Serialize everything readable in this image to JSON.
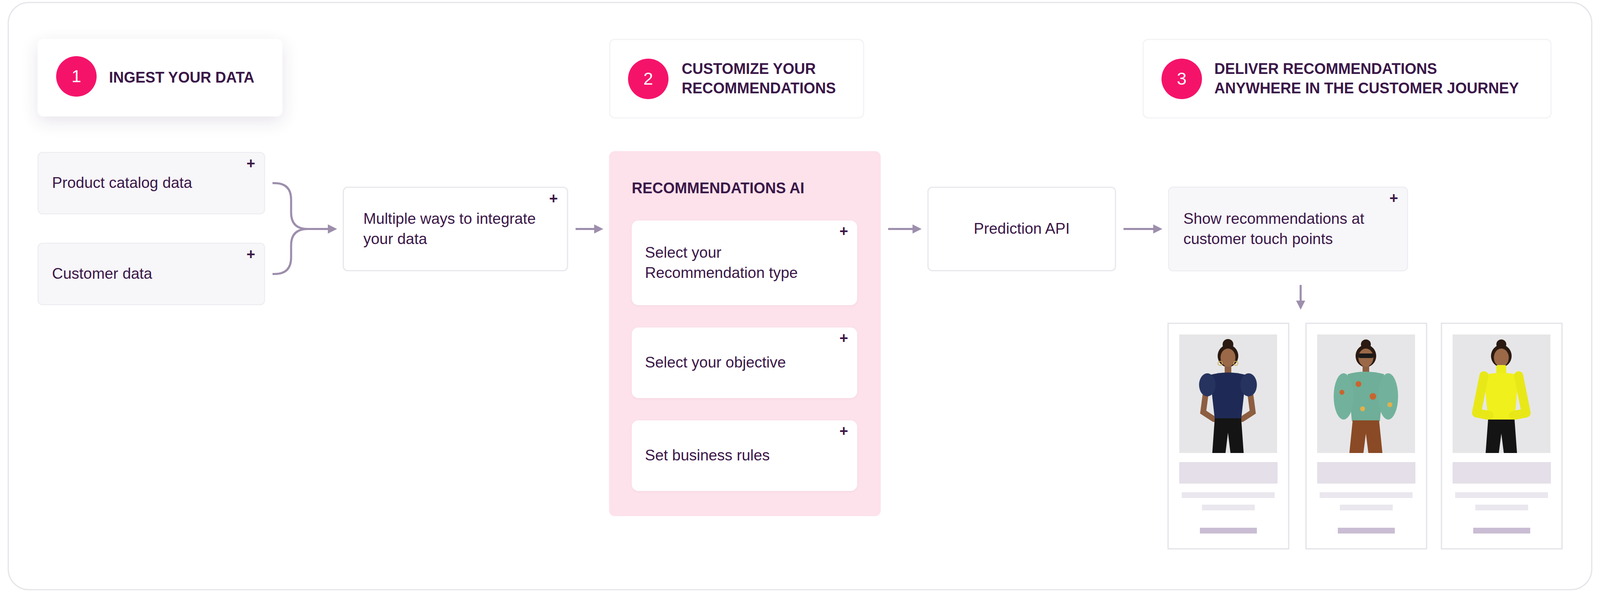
{
  "diagram": {
    "nodes": [
      {
        "text": [
          "INGEST YOUR DATA"
        ]
      },
      {
        "text": [
          "1"
        ],
        "in": 0
      },
      {
        "text": [
          "CUSTOMIZE YOUR RECOMMENDATIONS"
        ]
      },
      {
        "text": [
          "2"
        ],
        "in": 2
      },
      {
        "text": [
          "DELIVER RECOMMENDATIONS ANYWHERE IN THE CUSTOMER JOURNEY"
        ]
      },
      {
        "text": [
          "3"
        ],
        "in": 4
      },
      {
        "text": [
          "Product catalog data",
          "+"
        ]
      },
      {
        "text": [
          "Customer data",
          "+"
        ]
      },
      {
        "text": [
          "Multiple ways to integrate your data",
          "+"
        ]
      },
      {
        "text": [
          "RECOMMENDATIONS AI"
        ]
      },
      {
        "text": [
          "Select your Recommendation type",
          "+"
        ],
        "in": 9
      },
      {
        "text": [
          "Select your objective",
          "+"
        ],
        "in": 9
      },
      {
        "text": [
          "Set business rules",
          "+"
        ],
        "in": 9
      },
      {
        "text": [
          "Prediction API"
        ]
      },
      {
        "text": [
          "Show recommendations at customer touch points",
          "+"
        ]
      }
    ],
    "edges": [
      {
        "from": 6,
        "to": 8,
        "arrow": "to"
      },
      {
        "from": 7,
        "to": 8,
        "arrow": "to"
      },
      {
        "from": 8,
        "to": 9,
        "arrow": "to"
      },
      {
        "from": 9,
        "to": 13,
        "arrow": "to"
      },
      {
        "from": 13,
        "to": 14,
        "arrow": "to"
      }
    ]
  }
}
